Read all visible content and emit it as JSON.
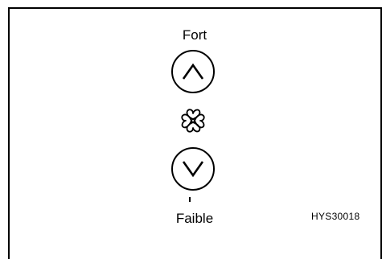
{
  "labels": {
    "top": "Fort",
    "bottom": "Faible",
    "reference": "HYS30018"
  },
  "icons": {
    "increase": "chevron-up-icon",
    "fan": "fan-icon",
    "decrease": "chevron-down-icon"
  }
}
